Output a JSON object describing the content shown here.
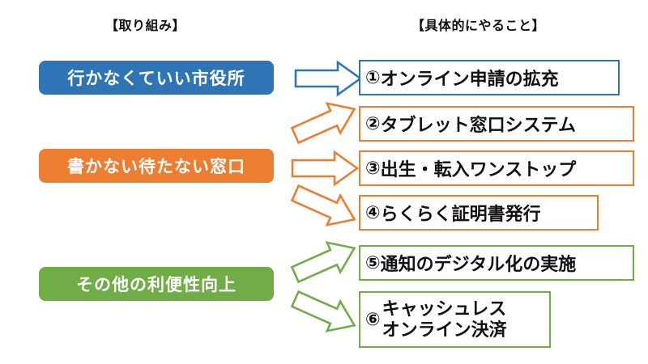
{
  "headers": {
    "left": "【取り組み】",
    "right": "【具体的にやること】"
  },
  "colors": {
    "blue": "#2F75B5",
    "orange": "#ED7D31",
    "green": "#70AD47",
    "text_on_pill": "#FFFFFF",
    "box_background": "#FFFFFF",
    "body_text": "#111111",
    "page_background": "#FFFFFF"
  },
  "categories": [
    {
      "label": "行かなくていい市役所",
      "color": "#2F75B5"
    },
    {
      "label": "書かない待たない窓口",
      "color": "#ED7D31"
    },
    {
      "label": "その他の利便性向上",
      "color": "#70AD47"
    }
  ],
  "items": [
    {
      "number": "①",
      "label": "オンライン申請の拡充",
      "label_line2": "",
      "border_color": "#2F75B5"
    },
    {
      "number": "②",
      "label": "タブレット窓口システム",
      "label_line2": "",
      "border_color": "#ED7D31"
    },
    {
      "number": "③",
      "label": "出生・転入ワンストップ",
      "label_line2": "",
      "border_color": "#ED7D31"
    },
    {
      "number": "④",
      "label": "らくらく証明書発行",
      "label_line2": "",
      "border_color": "#ED7D31"
    },
    {
      "number": "⑤",
      "label": "通知のデジタル化の実施",
      "label_line2": "",
      "border_color": "#70AD47"
    },
    {
      "number": "⑥",
      "label": "キャッシュレス",
      "label_line2": "オンライン決済",
      "border_color": "#70AD47"
    }
  ],
  "arrows": [
    {
      "name": "arrow-to-item-1",
      "color": "#2F75B5",
      "direction": "right"
    },
    {
      "name": "arrow-to-item-2",
      "color": "#ED7D31",
      "direction": "up-right"
    },
    {
      "name": "arrow-to-item-3",
      "color": "#ED7D31",
      "direction": "right"
    },
    {
      "name": "arrow-to-item-4",
      "color": "#ED7D31",
      "direction": "down-right"
    },
    {
      "name": "arrow-to-item-5",
      "color": "#70AD47",
      "direction": "up-right"
    },
    {
      "name": "arrow-to-item-6",
      "color": "#70AD47",
      "direction": "down-right"
    }
  ]
}
